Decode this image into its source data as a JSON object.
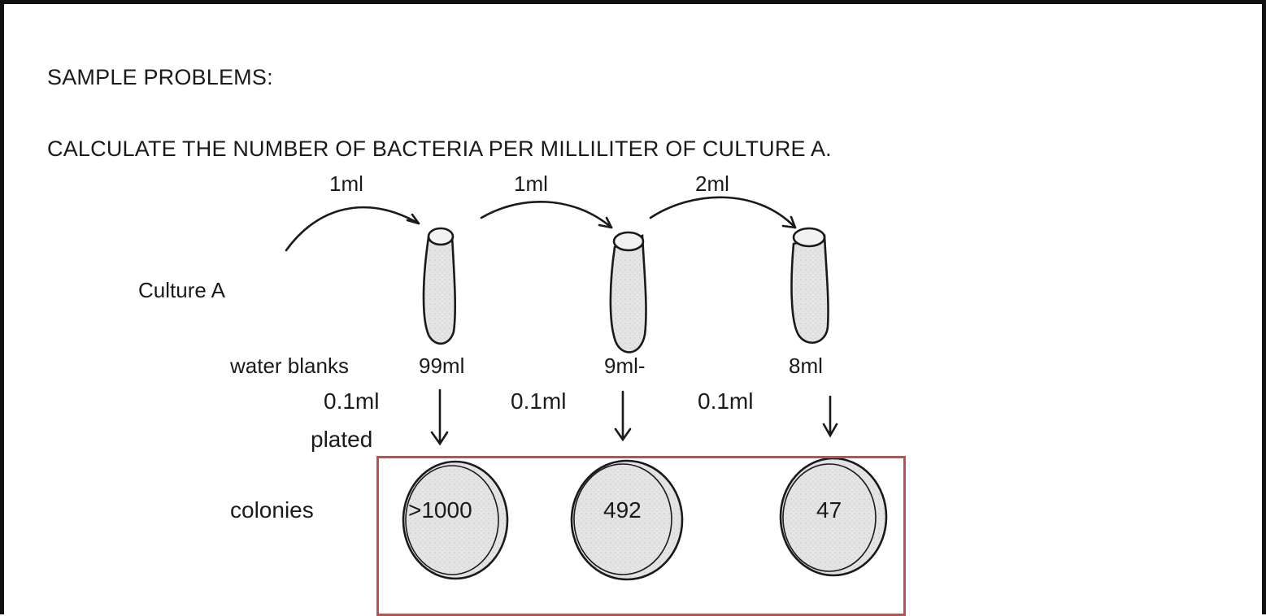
{
  "heading": "SAMPLE PROBLEMS:",
  "question": "CALCULATE THE NUMBER OF BACTERIA PER MILLILITER OF CULTURE A.",
  "culture_label": "Culture A",
  "transfers": [
    "1ml",
    "1ml",
    "2ml"
  ],
  "blanks_label": "water blanks",
  "blanks": [
    "99ml",
    "9ml-",
    "8ml"
  ],
  "plated_volumes": [
    "0.1ml",
    "0.1ml",
    "0.1ml"
  ],
  "plated_label": "plated",
  "colonies_label": "colonies",
  "plate_counts": [
    ">1000",
    "492",
    "47"
  ],
  "colors": {
    "highlight_border": "#c0504d",
    "ink": "#1a1a1a",
    "tube_fill": "#e6e6e6"
  }
}
